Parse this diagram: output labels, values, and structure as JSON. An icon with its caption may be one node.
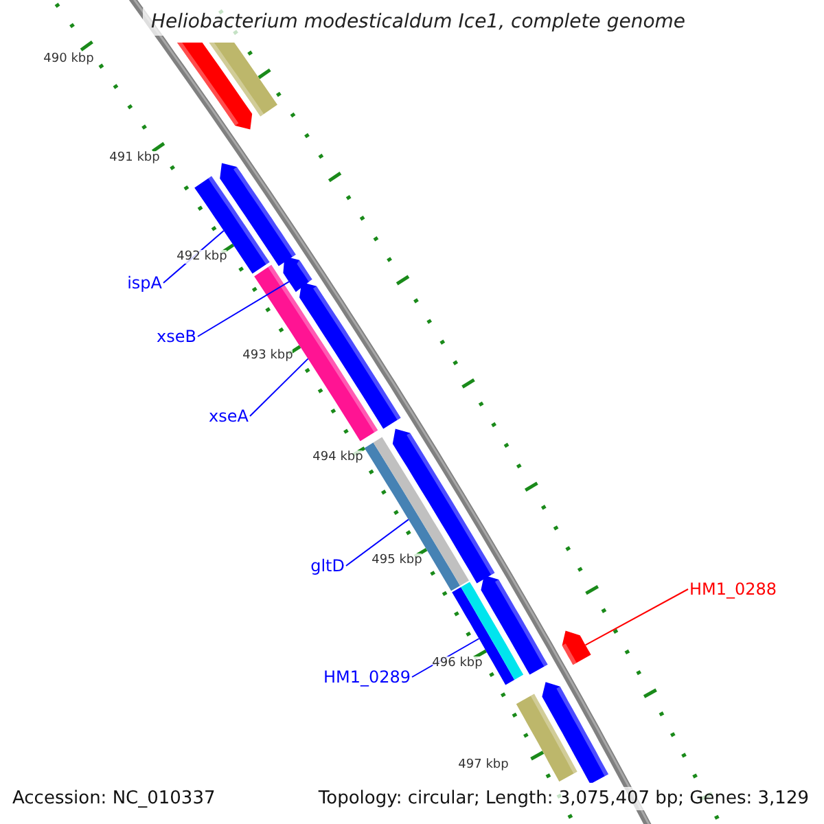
{
  "diagram": {
    "title": "Heliobacterium modesticaldum Ice1, complete genome",
    "nodes": [
      {
        "text": [
          "ispA"
        ]
      },
      {
        "text": [
          "xseB"
        ]
      },
      {
        "text": [
          "xseA"
        ]
      },
      {
        "text": [
          "gltD"
        ]
      },
      {
        "text": [
          "HM1_0289"
        ]
      },
      {
        "text": [
          "HM1_0288"
        ]
      },
      {
        "text": [],
        "shape": "bar"
      },
      {
        "text": [],
        "shape": "bar"
      },
      {
        "text": [],
        "shape": "bar"
      },
      {
        "text": [],
        "shape": "bar"
      },
      {
        "text": [],
        "shape": "bar"
      },
      {
        "text": [],
        "shape": "bar"
      },
      {
        "text": [],
        "shape": "bar"
      },
      {
        "text": [],
        "shape": "bar"
      },
      {
        "text": [],
        "shape": "bar"
      },
      {
        "text": [],
        "shape": "bar"
      },
      {
        "text": [],
        "shape": "bar"
      },
      {
        "text": [],
        "shape": "bar"
      },
      {
        "text": [],
        "shape": "bar"
      },
      {
        "text": [],
        "shape": "bar"
      }
    ],
    "edges": [
      {
        "from": 0,
        "to": 8,
        "arrow": "none"
      },
      {
        "from": 1,
        "to": 10,
        "arrow": "none"
      },
      {
        "from": 2,
        "to": 11,
        "arrow": "none"
      },
      {
        "from": 3,
        "to": 13,
        "arrow": "none"
      },
      {
        "from": 4,
        "to": 15,
        "arrow": "none"
      },
      {
        "from": 5,
        "to": 17,
        "arrow": "none",
        "color": "#ff0000"
      }
    ],
    "labels": [
      "490 kbp",
      "491 kbp",
      "492 kbp",
      "493 kbp",
      "494 kbp",
      "495 kbp",
      "496 kbp",
      "497 kbp",
      "Accession: NC_010337",
      "Topology: circular; Length: 3,075,407 bp; Genes: 3,129"
    ]
  }
}
